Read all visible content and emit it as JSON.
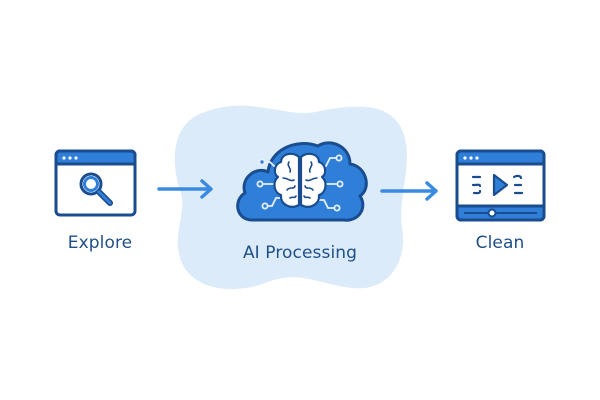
{
  "diagram": {
    "type": "flow",
    "direction": "left-to-right",
    "steps": [
      {
        "id": "explore",
        "label": "Explore",
        "icon": "browser-window-search-icon"
      },
      {
        "id": "ai",
        "label": "AI Processing",
        "icon": "cloud-brain-network-icon"
      },
      {
        "id": "clean",
        "label": "Clean",
        "icon": "browser-window-video-player-icon"
      }
    ],
    "connections": [
      {
        "from": "explore",
        "to": "ai",
        "icon": "arrow-right-icon"
      },
      {
        "from": "ai",
        "to": "clean",
        "icon": "arrow-right-icon"
      }
    ]
  },
  "colors": {
    "primary": "#2f7fd8",
    "dark": "#1a4d8f",
    "light_fill": "#e6f0fb",
    "blob": "#dcebfa",
    "label": "#1f4f86",
    "arrow": "#3a8ae0"
  }
}
